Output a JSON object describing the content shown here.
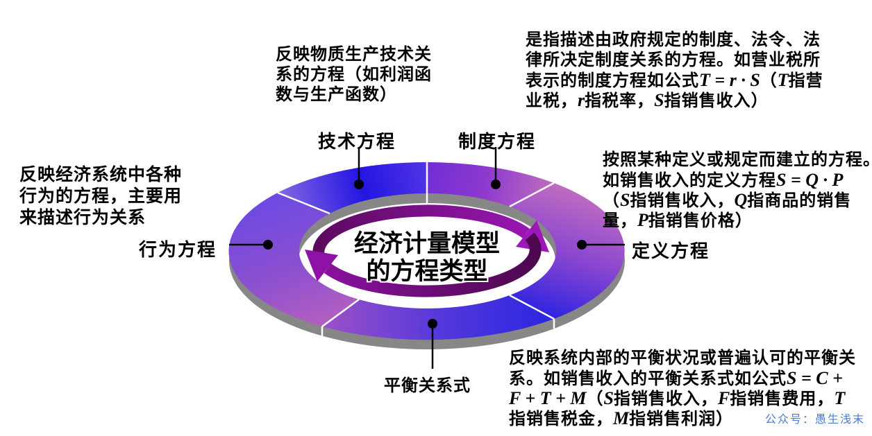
{
  "title": {
    "line1": "经济计量模型",
    "line2": "的方程类型"
  },
  "labels": {
    "tech": "技术方程",
    "inst": "制度方程",
    "beh": "行为方程",
    "def": "定义方程",
    "bal": "平衡关系式"
  },
  "descriptions": {
    "tech": {
      "l1": "反映物质生产技术关",
      "l2": "系的方程（如利润函",
      "l3": "数与生产函数）"
    },
    "beh": {
      "l1": "反映经济系统中各种",
      "l2": "行为的方程，主要用",
      "l3": "来描述行为关系"
    },
    "inst": {
      "l1": "是指描述由政府规定的制度、法令、法",
      "l2": "律所决定制度关系的方程。如营业税所",
      "l3a": "表示的制度方程如公式",
      "l3m": "T = r · S",
      "l3b": "（",
      "l3m2": "T",
      "l3c": "指营",
      "l4a": "业税，",
      "l4m": "r",
      "l4b": "指税率，",
      "l4m2": "S",
      "l4c": "指销售收入）"
    },
    "def": {
      "l1": "按照某种定义或规定而建立的方程。",
      "l2a": "如销售收入的定义方程",
      "l2m": "S = Q · P",
      "l3a": "（",
      "l3m": "S",
      "l3b": "指销售收入，",
      "l3m2": "Q",
      "l3c": "指商品的销售",
      "l4a": "量，",
      "l4m": "P",
      "l4b": "指销售价格）"
    },
    "bal": {
      "l1": "反映系统内部的平衡状况或普遍认可的平衡关",
      "l2a": "系。如销售收入的平衡关系式如公式",
      "l2m": "S = C +",
      "l3m": "F + T + M",
      "l3a": "（",
      "l3m2": "S",
      "l3b": "指销售收入，",
      "l3m3": "F",
      "l3c": "指销售费用，",
      "l3m4": "T",
      "l4a": "指销售税金，",
      "l4m": "M",
      "l4b": "指销售利润）"
    }
  },
  "watermark": "公众号：愚生浅末",
  "colors": {
    "background": "#ffffff",
    "gray_depth": "#878787",
    "divider": "#ffffff",
    "dot": "#000000",
    "connector": "#000000",
    "text": "#000000",
    "watermark_blue": "#4a7ed0",
    "seg_tech_start": "#8265e2",
    "seg_tech_mid": "#2315e2",
    "seg_tech_end": "#5134e4",
    "seg_inst_start": "#712ed5",
    "seg_inst_mid": "#8c39ce",
    "seg_inst_end": "#c26fc0",
    "seg_def_start": "#c26fc0",
    "seg_def_mid": "#8a46d0",
    "seg_def_end": "#2a22e2",
    "seg_bal_start": "#2a26e2",
    "seg_bal_mid": "#5438da",
    "seg_bal_end": "#9b51c8",
    "seg_beh_start": "#b45fc0",
    "seg_beh_mid": "#8a4fd0",
    "seg_beh_end": "#6e4ae2",
    "arrow_top_dark": "#5c0a60",
    "arrow_top_bright": "#9e17b8",
    "arrow_bot_dark": "#4e0850",
    "arrow_bot_bright": "#8f12a6"
  }
}
